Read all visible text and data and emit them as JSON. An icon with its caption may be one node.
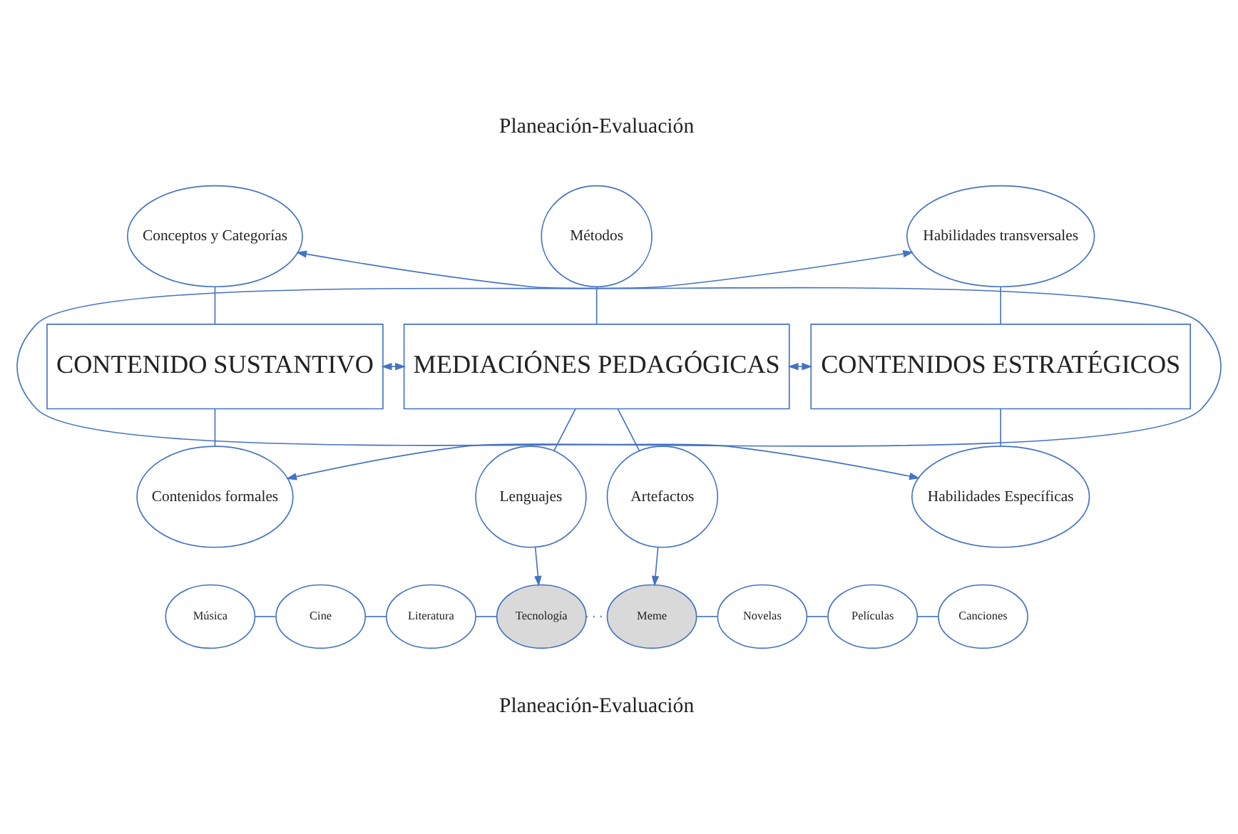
{
  "diagram": {
    "nodes": [
      {
        "text": [
          "Conceptos y Categorías"
        ]
      },
      {
        "text": [
          "Métodos"
        ]
      },
      {
        "text": [
          "Habilidades transversales"
        ]
      },
      {
        "text": [
          "CONTENIDO SUSTANTIVO"
        ]
      },
      {
        "text": [
          "MEDIACIÓNES PEDAGÓGICAS"
        ]
      },
      {
        "text": [
          "CONTENIDOS ESTRATÉGICOS"
        ]
      },
      {
        "text": [
          "Contenidos formales"
        ]
      },
      {
        "text": [
          "Lenguajes"
        ]
      },
      {
        "text": [
          "Artefactos"
        ]
      },
      {
        "text": [
          "Habilidades Específicas"
        ]
      },
      {
        "text": [
          "Música"
        ]
      },
      {
        "text": [
          "Cine"
        ]
      },
      {
        "text": [
          "Literatura"
        ]
      },
      {
        "text": [
          "Tecnología"
        ]
      },
      {
        "text": [
          "Meme"
        ]
      },
      {
        "text": [
          "Novelas"
        ]
      },
      {
        "text": [
          "Películas"
        ]
      },
      {
        "text": [
          "Canciones"
        ]
      }
    ],
    "edges": [
      {
        "from": 0,
        "to": 3,
        "arrow": "none"
      },
      {
        "from": 1,
        "to": 4,
        "arrow": "none"
      },
      {
        "from": 2,
        "to": 5,
        "arrow": "none"
      },
      {
        "from": 3,
        "to": 4,
        "arrow": "both"
      },
      {
        "from": 4,
        "to": 5,
        "arrow": "both"
      },
      {
        "from": 3,
        "to": 6,
        "arrow": "none"
      },
      {
        "from": 4,
        "to": 7,
        "arrow": "none"
      },
      {
        "from": 4,
        "to": 8,
        "arrow": "none"
      },
      {
        "from": 5,
        "to": 9,
        "arrow": "none"
      },
      {
        "from": 0,
        "to": 6,
        "arrow": "both"
      },
      {
        "from": 2,
        "to": 9,
        "arrow": "both"
      },
      {
        "from": 7,
        "to": 13,
        "arrow": "to"
      },
      {
        "from": 8,
        "to": 14,
        "arrow": "to"
      },
      {
        "from": 10,
        "to": 11,
        "arrow": "none"
      },
      {
        "from": 11,
        "to": 12,
        "arrow": "none"
      },
      {
        "from": 12,
        "to": 13,
        "arrow": "none"
      },
      {
        "from": 13,
        "to": 14,
        "arrow": "none",
        "style": "dashed"
      },
      {
        "from": 14,
        "to": 15,
        "arrow": "none"
      },
      {
        "from": 15,
        "to": 16,
        "arrow": "none"
      },
      {
        "from": 16,
        "to": 17,
        "arrow": "none"
      }
    ],
    "labels": [
      "Planeación-Evaluación",
      "Planeación-Evaluación"
    ]
  }
}
